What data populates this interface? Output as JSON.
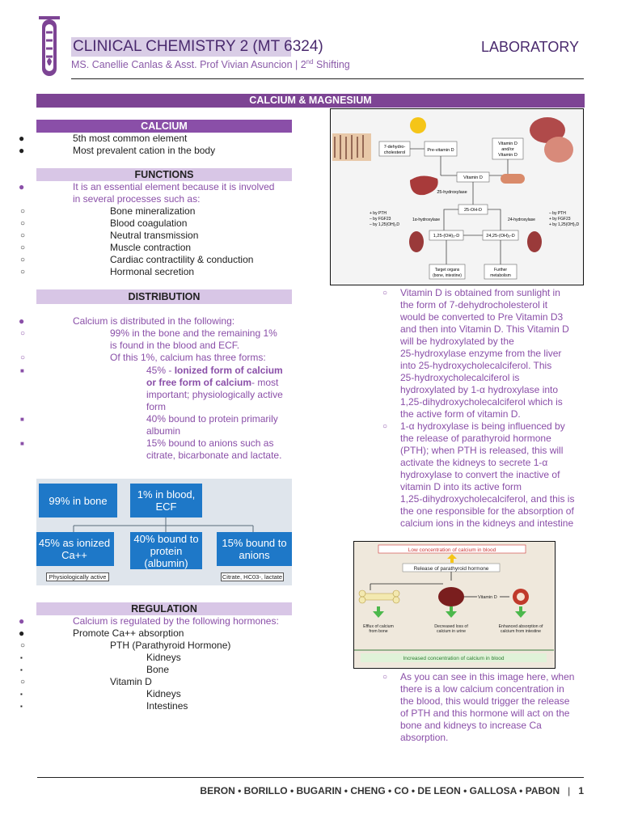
{
  "header": {
    "title": "CLINICAL CHEMISTRY 2 (MT 6324)",
    "sub_prefix": "MS. Canellie Canlas & Asst. Prof Vivian Asuncion | 2",
    "sub_sup": "nd",
    "sub_suffix": " Shifting",
    "section": "LABORATORY"
  },
  "banner": "CALCIUM & MAGNESIUM",
  "calcium": {
    "heading": "CALCIUM",
    "items": [
      "5th most common element",
      "Most prevalent cation in the body"
    ]
  },
  "functions": {
    "heading": "FUNCTIONS",
    "intro_line1": "It is an essential element because it is involved",
    "intro_line2": "in several processes such as:",
    "items": [
      "Bone mineralization",
      "Blood coagulation",
      "Neutral transmission",
      "Muscle contraction",
      "Cardiac contractility & conduction",
      "Hormonal secretion"
    ]
  },
  "distribution": {
    "heading": "DISTRIBUTION",
    "intro": "Calcium is distributed in the following:",
    "p1_line1": "99% in the bone and the remaining 1%",
    "p1_line2": "is found in the blood and ECF.",
    "p2": "Of this 1%, calcium has three forms:",
    "f1_pct": "45% - ",
    "f1_bold1": "Ionized form of calcium",
    "f1_bold2": "or free form of calcium",
    "f1_rest1": "- most",
    "f1_rest2": "important; physiologically active",
    "f1_rest3": "form",
    "f2_line1": "40% bound to protein primarily",
    "f2_line2": "albumin",
    "f3_line1": "15% bound to anions such as",
    "f3_line2": "citrate, bicarbonate and lactate."
  },
  "flowchart": {
    "bone": "99% in bone",
    "blood_line1": "1% in blood,",
    "blood_line2": "ECF",
    "ionized_line1": "45% as ionized",
    "ionized_line2": "Ca++",
    "protein_line1": "40% bound to",
    "protein_line2": "protein",
    "protein_line3": "(albumin)",
    "anions_line1": "15% bound to",
    "anions_line2": "anions",
    "tag_active": "Physiologically active",
    "tag_anions": "Citrate, HC03-, lactate"
  },
  "regulation": {
    "heading": "REGULATION",
    "intro": "Calcium is regulated by the following hormones:",
    "promote": "Promote Ca++ absorption",
    "pth": "PTH (Parathyroid Hormone)",
    "pth_items": [
      "Kidneys",
      "Bone"
    ],
    "vitd": "Vitamin D",
    "vitd_items": [
      "Kidneys",
      "Intestines"
    ]
  },
  "diagram1": {
    "dehydro_line1": "7-dehydro-",
    "dehydro_line2": "cholesterol",
    "previtd": "Pre-vitamin D",
    "vitd_oral_line1": "Vitamin D",
    "vitd_oral_line2": "and/or",
    "vitd_oral_line3": "Vitamin D",
    "vitd": "Vitamin D",
    "hydroxylase25": "25-hydroxylase",
    "ohd25": "25-OH-D",
    "hydroxylase1a": "1α-hydroxylase",
    "hydroxylase24": "24-hydroxylase",
    "oh2d125": "1,25-(OH)₂-D",
    "oh2d2425": "24,25-(OH)₂-D",
    "left_reg1": "+ by PTH",
    "left_reg2": "– by FGF23",
    "left_reg3": "– by 1,25(OH)₂D",
    "right_reg1": "– by PTH",
    "right_reg2": "+ by FGF23",
    "right_reg3": "+ by 1,25(OH)₂D",
    "target_line1": "Target organs",
    "target_line2": "(bone, intestine)",
    "further_line1": "Further",
    "further_line2": "metabolism"
  },
  "vitd_notes": {
    "p1": [
      "Vitamin D is obtained from sunlight in",
      "the form of 7-dehydrocholesterol it",
      "would be converted to Pre Vitamin D3",
      "and then into Vitamin D. This Vitamin D",
      "will be hydroxylated by the",
      "25-hydroxylase enzyme from the liver",
      "into 25-hydroxycholecalciferol. This",
      "25-hydroxycholecalciferol is",
      "hydroxylated by 1-α hydroxylase into",
      "1,25-dihydroxycholecalciferol which is",
      "the active form of vitamin D."
    ],
    "p2": [
      "1-α hydroxylase is being influenced by",
      "the release of parathyroid hormone",
      "(PTH); when PTH is released, this will",
      "activate the kidneys to secrete 1-α",
      "hydroxylase to convert the inactive of",
      "vitamin D into its active form",
      "1,25-dihydroxycholecalciferol, and this is",
      "the one responsible for the absorption of",
      "calcium ions in the kidneys and intestine"
    ]
  },
  "diagram2": {
    "top": "Low concentration of calcium in blood",
    "pth": "Release of parathyroid hormone",
    "vitd": "Vitamin D",
    "bone_line1": "Efflux of calcium",
    "bone_line2": "from bone",
    "kidney_line1": "Decreased loss of",
    "kidney_line2": "calcium in urine",
    "gut_line1": "Enhanced absorption of",
    "gut_line2": "calcium from intestine",
    "bottom": "Increased concentration of calcium in blood"
  },
  "image_note": [
    "As you can see in this image here, when",
    "there is a low calcium concentration in",
    "the blood, this would trigger the release",
    "of PTH and this hormone will act on the",
    "bone and kidneys to increase Ca",
    "absorption."
  ],
  "footer": {
    "authors": "BERON • BORILLO • BUGARIN • CHENG • CO • DE LEON • GALLOSA • PABON",
    "separator": "|",
    "page": "1"
  }
}
